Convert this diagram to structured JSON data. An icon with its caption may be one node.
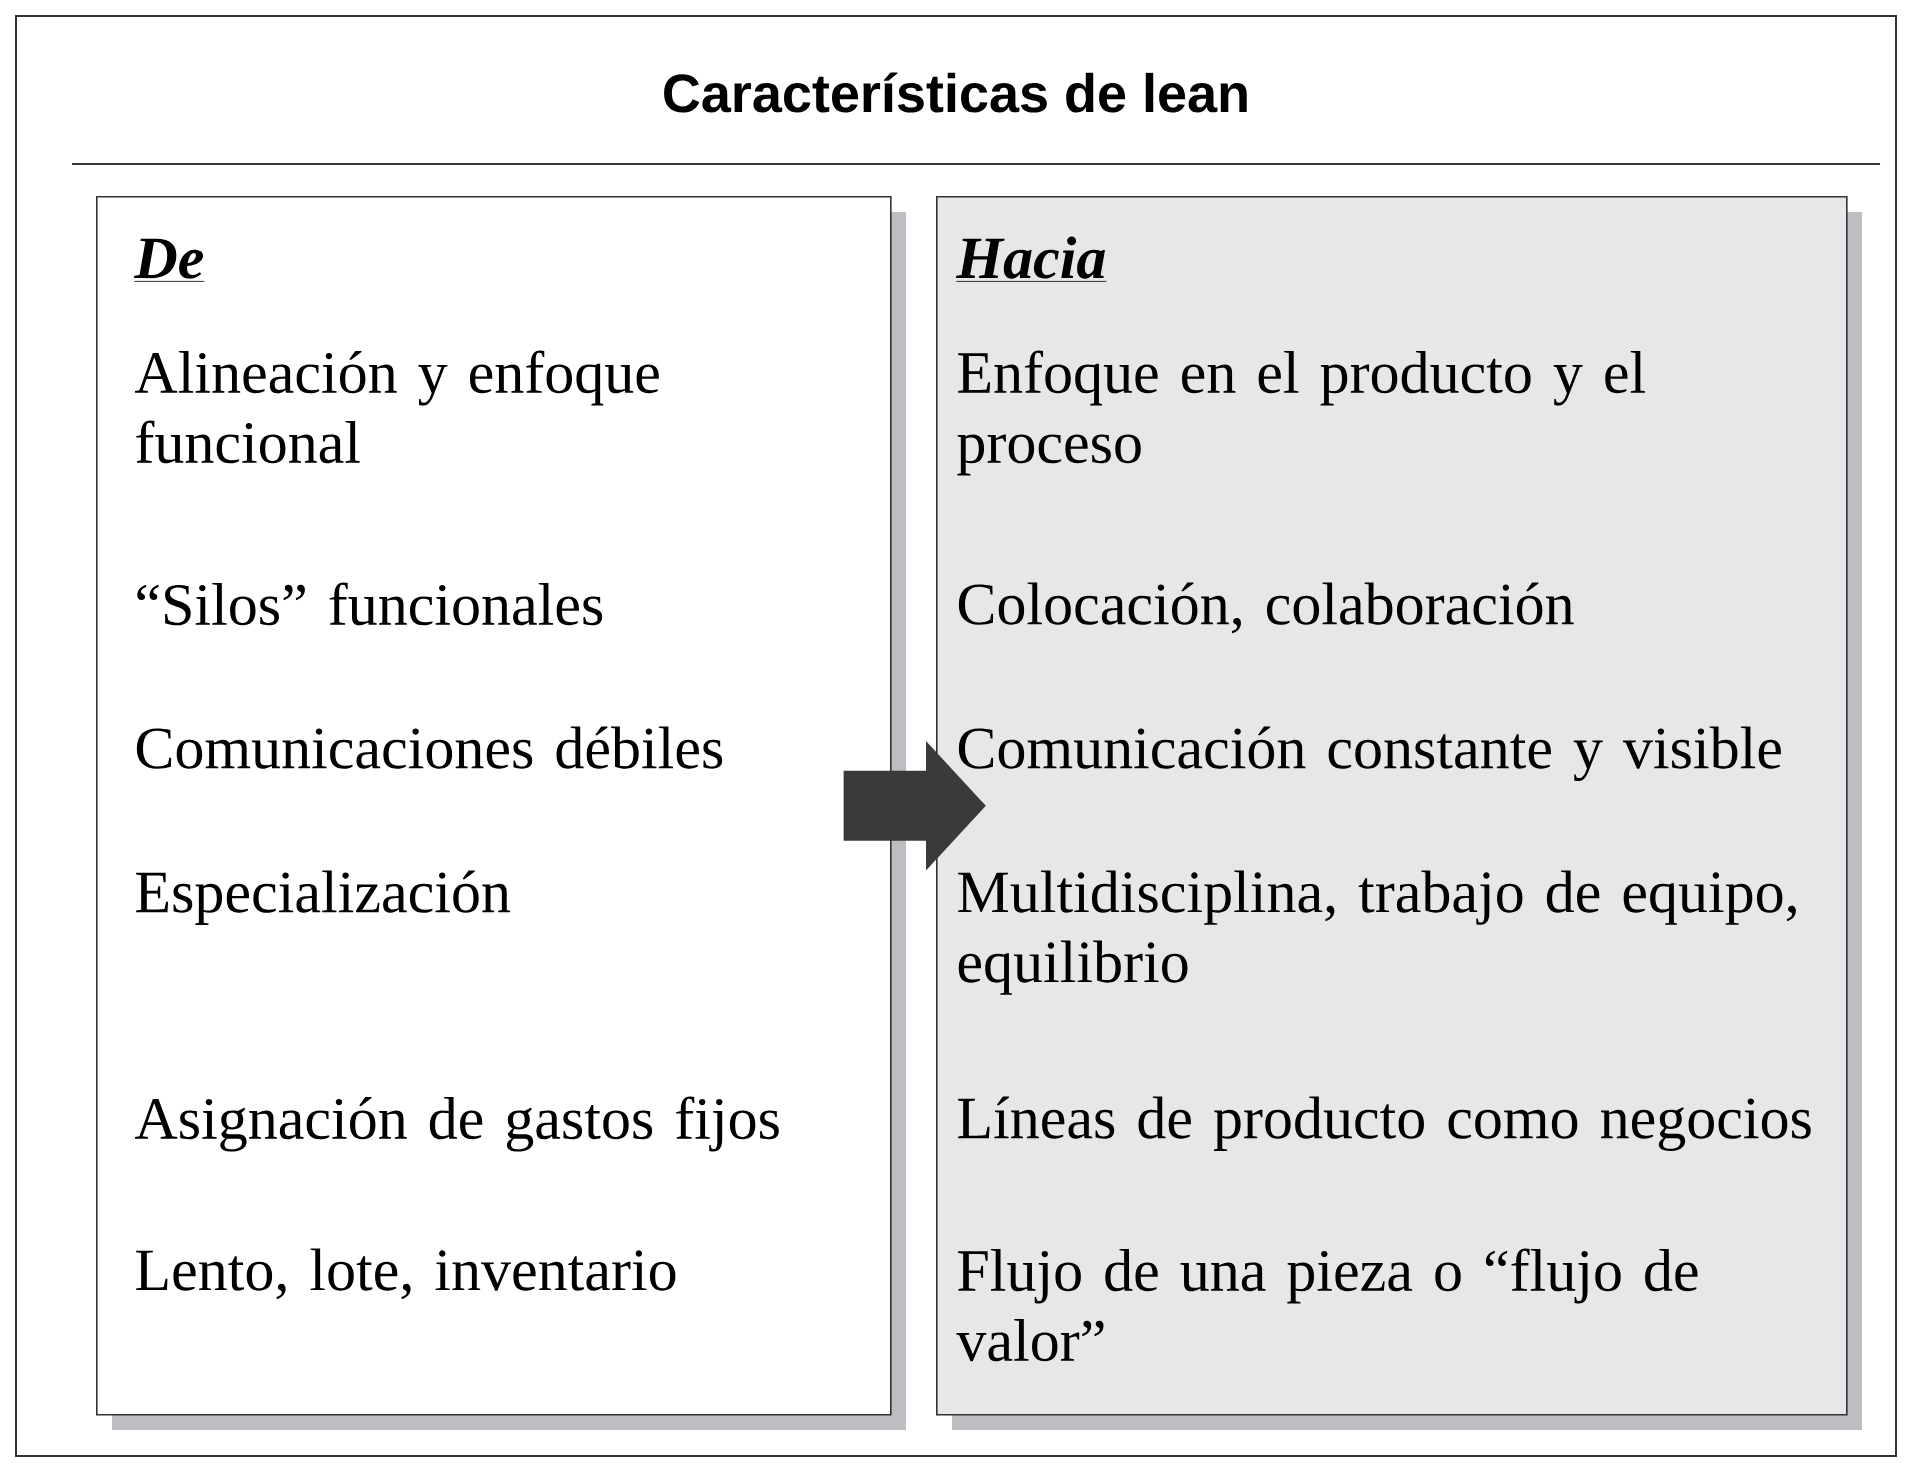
{
  "diagram": {
    "title": "Características de lean",
    "nodes": [
      {
        "text": [
          "De",
          "Alineación y enfoque funcional",
          "“Silos” funcionales",
          "Comunicaciones débiles",
          "Especialización",
          "Asignación de gastos fijos",
          "Lento, lote, inventario"
        ]
      },
      {
        "text": [
          "Hacia",
          "Enfoque en el producto y el proceso",
          "Colocación, colaboración",
          "Comunicación constante y visible",
          "Multidisciplina, trabajo de equipo, equilibrio",
          "Líneas de producto como negocios",
          "Flujo de una pieza o “flujo de valor”"
        ]
      }
    ],
    "edges": [
      {
        "from": 0,
        "to": 1,
        "arrow": "to"
      }
    ]
  }
}
